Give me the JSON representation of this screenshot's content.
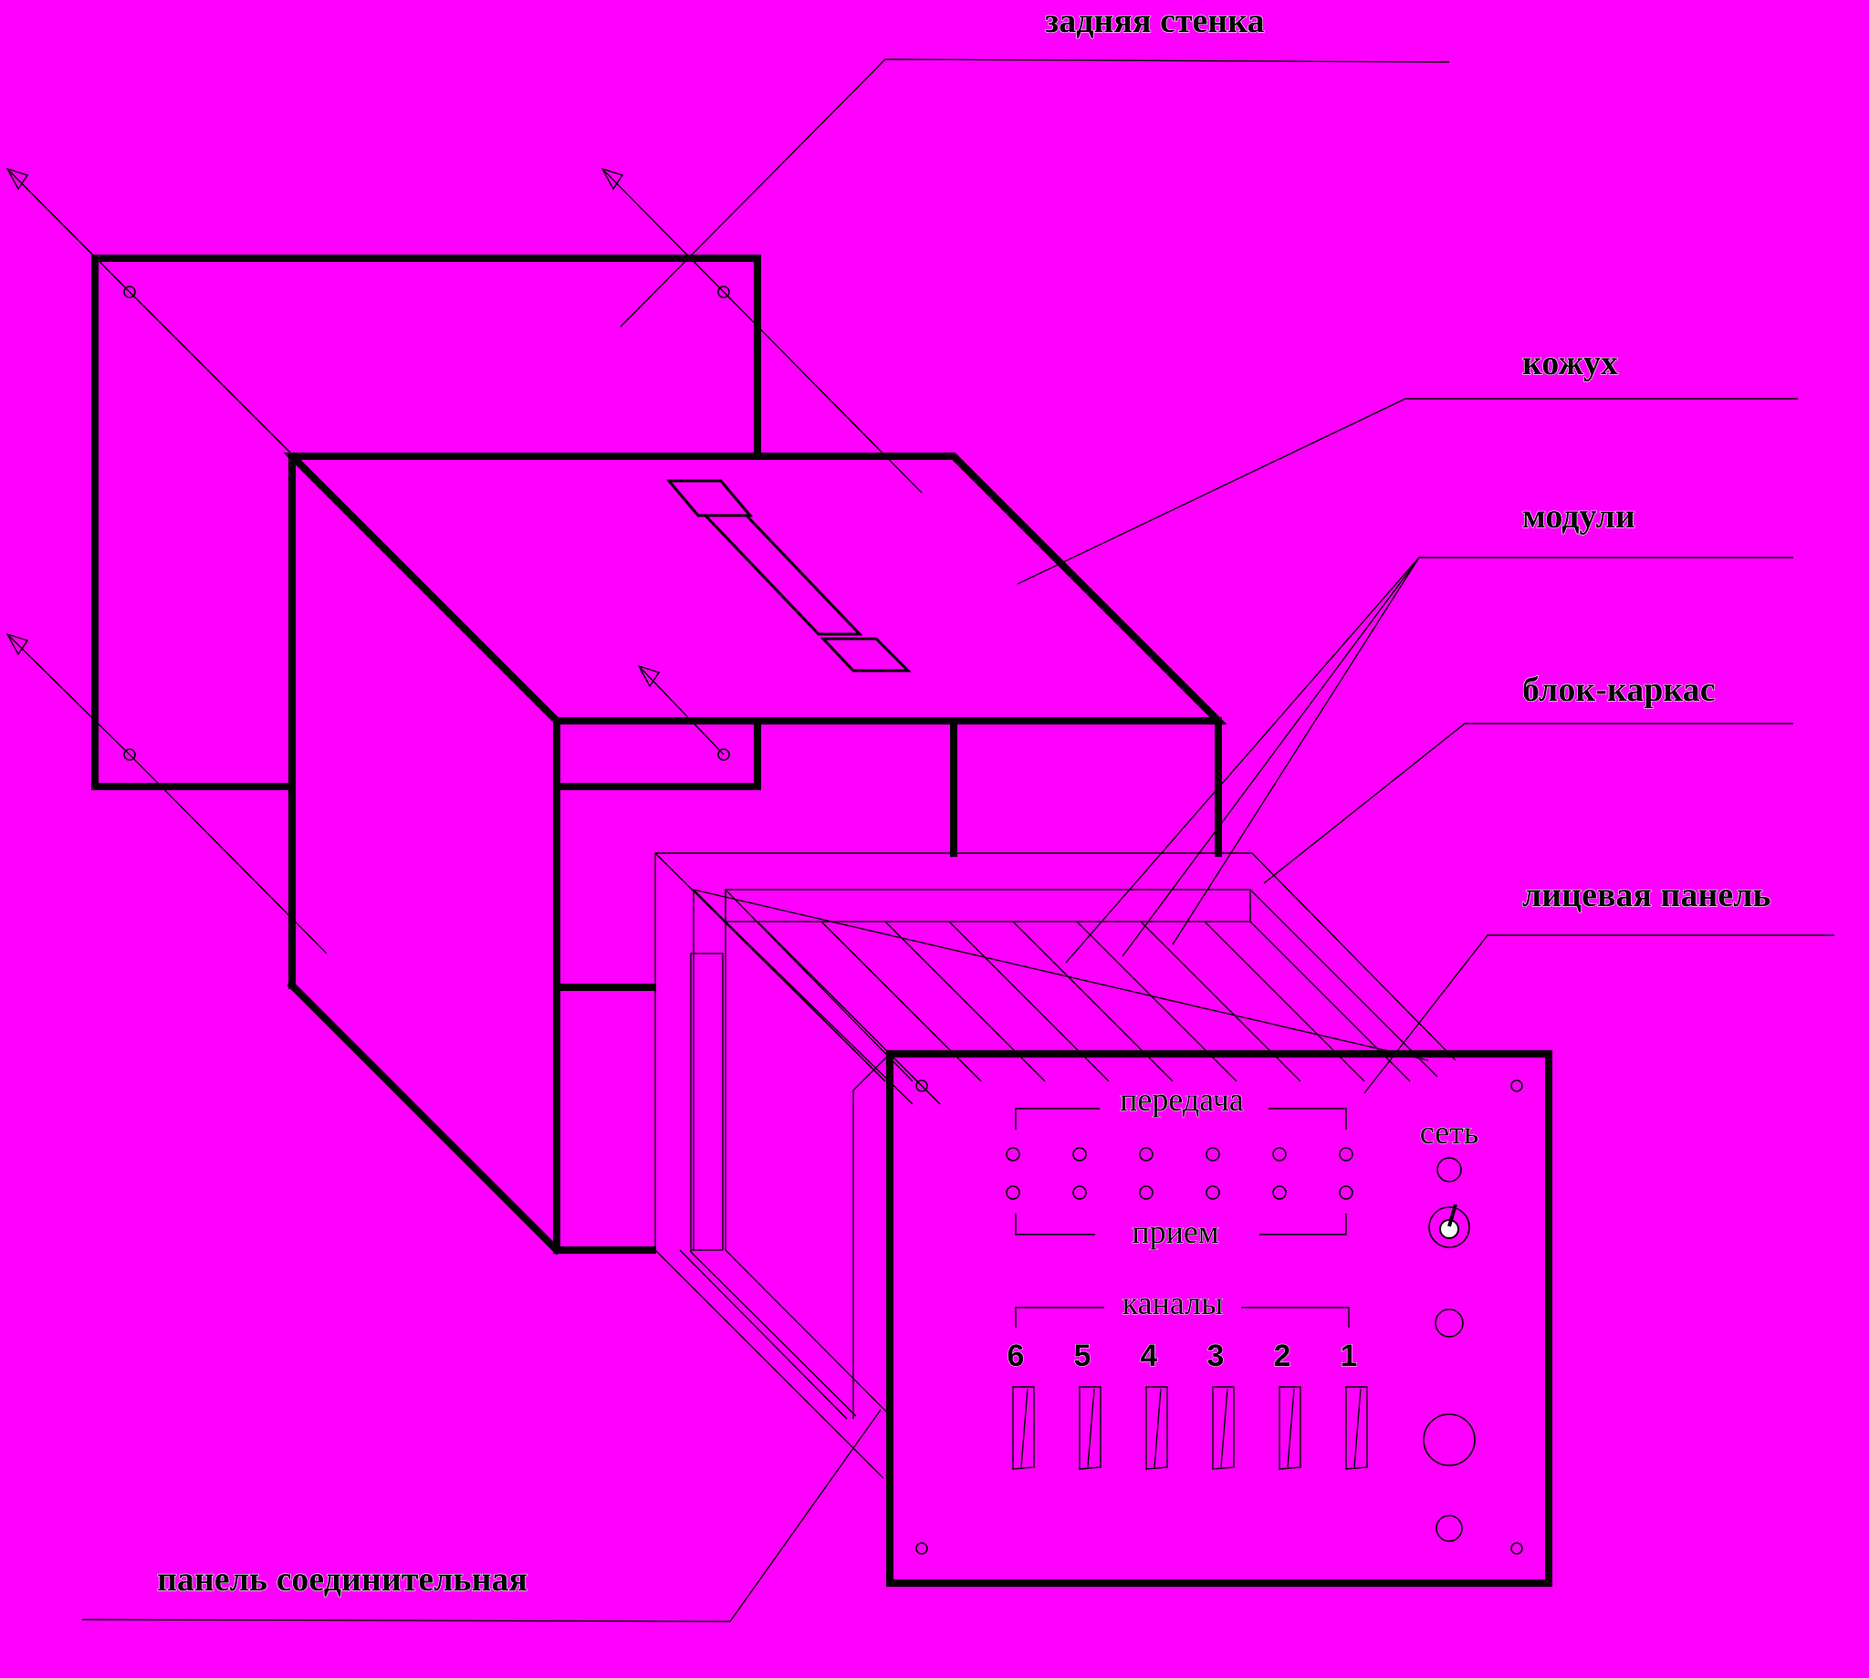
{
  "background_color": "#ff00ff",
  "line_color": "#000000",
  "callouts": {
    "back_wall": "задняя стенка",
    "casing": "кожух",
    "modules": "модули",
    "frame": "блок-каркас",
    "front_panel": "лицевая панель",
    "connection_panel": "панель соединительная"
  },
  "front_panel": {
    "transmit_label": "передача",
    "receive_label": "прием",
    "power_label": "сеть",
    "channels_label": "каналы",
    "channel_numbers": [
      "6",
      "5",
      "4",
      "3",
      "2",
      "1"
    ]
  }
}
